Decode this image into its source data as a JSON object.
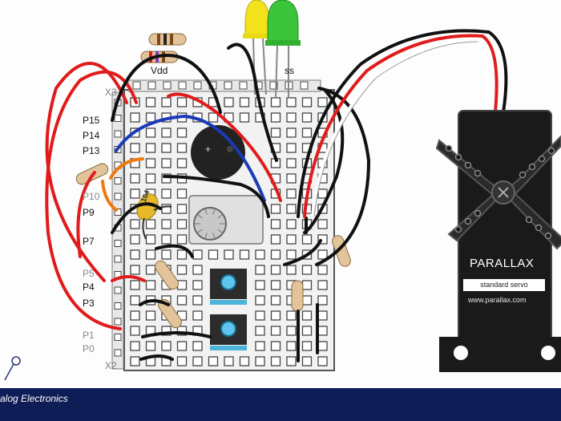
{
  "board": {
    "left_pins": [
      {
        "label": "P15",
        "faint": false
      },
      {
        "label": "P14",
        "faint": false
      },
      {
        "label": "P13",
        "faint": false
      },
      {
        "label": "P10",
        "faint": true
      },
      {
        "label": "P9",
        "faint": false
      },
      {
        "label": "P7",
        "faint": false
      },
      {
        "label": "P5",
        "faint": true
      },
      {
        "label": "P4",
        "faint": false
      },
      {
        "label": "P3",
        "faint": false
      },
      {
        "label": "P1",
        "faint": true
      },
      {
        "label": "P0",
        "faint": true
      }
    ],
    "vdd_label": "Vdd",
    "vss_label": "ss",
    "x3_label": "X3",
    "x2_label": "X2"
  },
  "components": {
    "capacitor_code": "104",
    "led_colors": [
      "#f2e21c",
      "#3cc43a"
    ],
    "resistor_count": 7,
    "potentiometer": "potentiometer",
    "pushbutton_count": 2,
    "buzzer_polarity": "+"
  },
  "servo": {
    "brand": "PARALLAX",
    "model": "standard servo",
    "url": "www.parallax.com",
    "wire_colors": [
      "#111111",
      "#d81c1c",
      "#ffffff"
    ]
  },
  "footer": {
    "text": "alog Electronics",
    "color": "#0f1d57"
  }
}
